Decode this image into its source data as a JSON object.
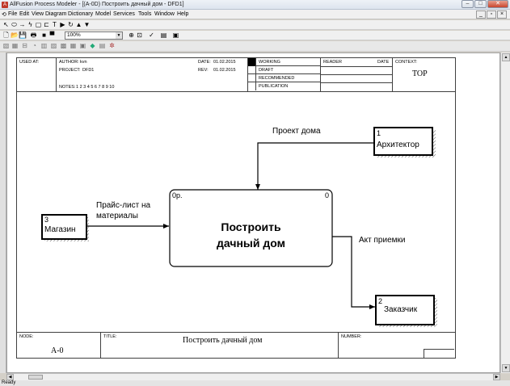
{
  "window": {
    "title": "AllFusion Process Modeler - [(A-0D) Построить дачный дом - DFD1]",
    "app_icon": "app-logo-icon"
  },
  "menu": {
    "items": [
      "File",
      "Edit",
      "View",
      "Diagram",
      "Dictionary",
      "Model",
      "Services",
      "Tools",
      "Window",
      "Help"
    ]
  },
  "toolbar": {
    "zoom_value": "100%"
  },
  "header": {
    "used_at_label": "USED AT:",
    "author_label": "AUTHOR:",
    "author_value": "kvn",
    "project_label": "PROJECT:",
    "project_value": "DFD1",
    "date_label": "DATE:",
    "date_value": "01.02.2015",
    "rev_label": "REV:",
    "rev_value": "01.02.2015",
    "notes_label": "NOTES:",
    "notes_value": "1 2 3 4 5 6 7 8 9 10",
    "working": "WORKING",
    "draft": "DRAFT",
    "recommended": "RECOMMENDED",
    "publication": "PUBLICATION",
    "reader_label": "READER",
    "reader_date_label": "DATE",
    "context_label": "CONTEXT:",
    "context_value": "TOP"
  },
  "footer": {
    "node_label": "NODE:",
    "node_value": "A-0",
    "title_label": "TITLE:",
    "title_value": "Построить дачный дом",
    "number_label": "NUMBER:"
  },
  "diagram": {
    "process": {
      "id": "0р.",
      "number": "0",
      "name_line1": "Построить",
      "name_line2": "дачный дом"
    },
    "entities": [
      {
        "number": "1",
        "name": "Архитектор"
      },
      {
        "number": "2",
        "name": "Заказчик"
      },
      {
        "number": "3",
        "name": "Магазин"
      }
    ],
    "flows": {
      "architect_to_process": "Проект дома",
      "shop_to_process_line1": "Прайс-лист на",
      "shop_to_process_line2": "материалы",
      "process_to_customer": "Акт приемки"
    }
  },
  "status": {
    "text": "Ready"
  }
}
